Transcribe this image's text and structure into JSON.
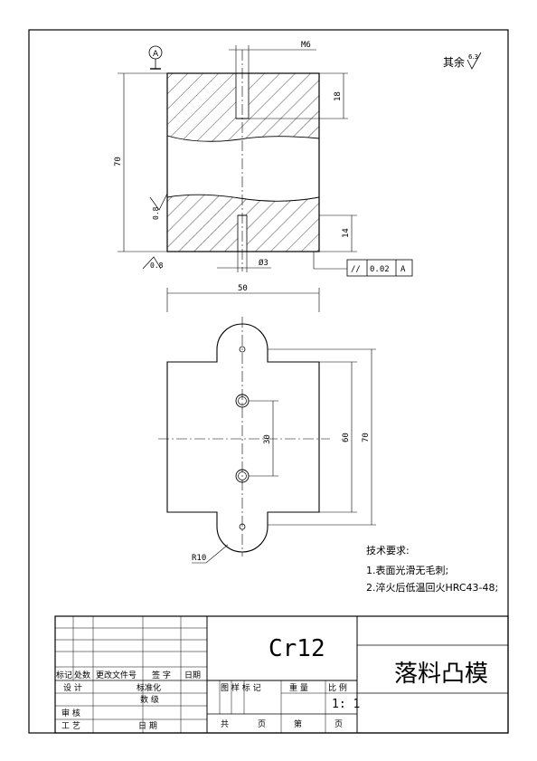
{
  "roughness": {
    "label": "其余",
    "value": "6.3"
  },
  "datum": {
    "letter": "A"
  },
  "front_view": {
    "thread_top": "M6",
    "depth_top": "18",
    "height": "70",
    "surface_left": "0.8",
    "surface_bottom": "0.8",
    "depth_bottom": "14",
    "dia_bottom": "Ø3"
  },
  "tolerance": {
    "symbol": "//",
    "value": "0.02",
    "datum": "A"
  },
  "top_view": {
    "width": "50",
    "hole_spacing": "30",
    "inner_length": "60",
    "outer_length": "70",
    "radius": "R10"
  },
  "requirements": {
    "title": "技术要求:",
    "items": [
      "1.表面光滑无毛刺;",
      "2.淬火后低温回火HRC43-48;"
    ]
  },
  "title_block": {
    "material": "Cr12",
    "part_name": "落料凸模",
    "rev_headers": [
      "标记",
      "处数",
      "更改文件号",
      "签 字",
      "日期"
    ],
    "design": "设 计",
    "standardize": "标准化",
    "count": "数 级",
    "review": "审 核",
    "process": "工 艺",
    "date": "日 期",
    "stage_mark": "图 样 标 记",
    "weight": "重 量",
    "scale_label": "比 例",
    "scale_value": "1: 1",
    "total": "共",
    "sheet1": "页",
    "number": "第",
    "sheet2": "页"
  }
}
